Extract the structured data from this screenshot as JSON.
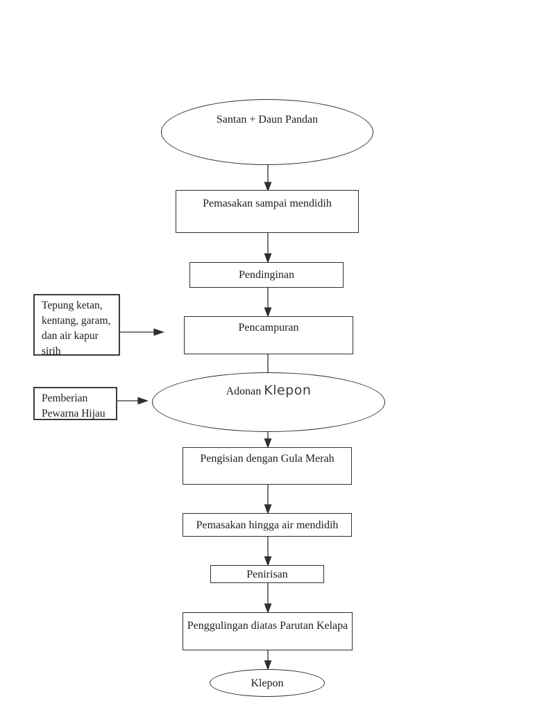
{
  "flowchart": {
    "nodes": {
      "santan": {
        "shape": "ellipse",
        "label": "Santan + Daun Pandan"
      },
      "pemasakan1": {
        "shape": "rect",
        "label": "Pemasakan sampai mendidih"
      },
      "pendinginan": {
        "shape": "rect",
        "label": "Pendinginan"
      },
      "tepung": {
        "shape": "rect-input",
        "lines": [
          "Tepung ketan,",
          "kentang, garam,",
          "dan air kapur",
          "sirih"
        ]
      },
      "pencampuran": {
        "shape": "rect",
        "label": "Pencampuran"
      },
      "pemberian": {
        "shape": "rect-input",
        "lines": [
          "Pemberian",
          "Pewarna Hijau"
        ]
      },
      "adonan": {
        "shape": "ellipse",
        "label_serif": "Adonan ",
        "label_sans": "Klepon"
      },
      "pengisian": {
        "shape": "rect",
        "label": "Pengisian dengan Gula Merah"
      },
      "pemasakan2": {
        "shape": "rect",
        "label": "Pemasakan hingga air mendidih"
      },
      "penirisan": {
        "shape": "rect",
        "label": "Penirisan"
      },
      "penggulingan": {
        "shape": "rect",
        "label": "Penggulingan diatas Parutan Kelapa"
      },
      "klepon": {
        "shape": "ellipse",
        "label": "Klepon"
      }
    },
    "colors": {
      "stroke": "#2e2e2e",
      "text": "#1c1c1c",
      "background": "#ffffff"
    }
  }
}
